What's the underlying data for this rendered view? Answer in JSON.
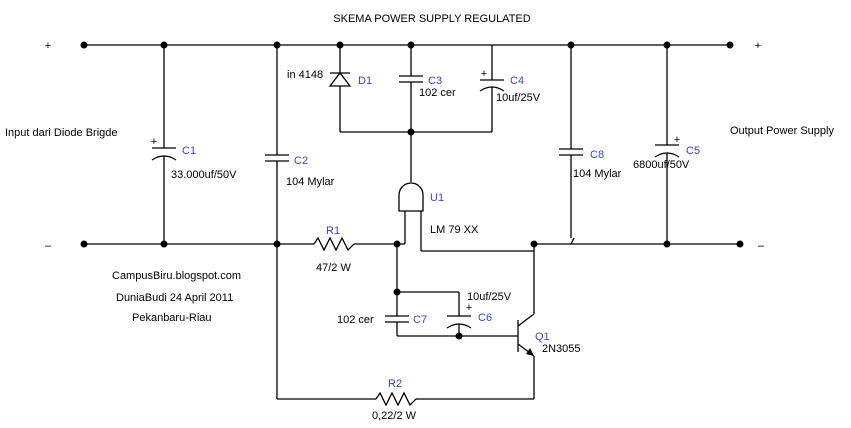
{
  "title": "SKEMA POWER SUPPLY REGULATED",
  "input_label": "Input dari Diode Brigde",
  "output_label": "Output Power Supply",
  "terminals": {
    "in_plus": "+",
    "in_minus": "–",
    "out_plus": "+",
    "out_minus": "–"
  },
  "credits": {
    "line1": "CampusBiru.blogspot.com",
    "line2": "DuniaBudi 24 April 2011",
    "line3": "Pekanbaru-Riau"
  },
  "components": {
    "C1": {
      "ref": "C1",
      "value": "33.000uf/50V",
      "polarity": "+"
    },
    "C2": {
      "ref": "C2",
      "value": "104 Mylar"
    },
    "D1": {
      "ref": "D1",
      "value": "in 4148"
    },
    "C3": {
      "ref": "C3",
      "value": "102 cer"
    },
    "C4": {
      "ref": "C4",
      "value": "10uf/25V",
      "polarity": "+"
    },
    "C8": {
      "ref": "C8",
      "value": "104 Mylar"
    },
    "C5": {
      "ref": "C5",
      "value": "6800uf/50V",
      "polarity": "+"
    },
    "U1": {
      "ref": "U1",
      "value": "LM 79 XX"
    },
    "R1": {
      "ref": "R1",
      "value": "47/2 W"
    },
    "C7": {
      "ref": "C7",
      "value": "102 cer"
    },
    "C6": {
      "ref": "C6",
      "value": "10uf/25V",
      "polarity": "+"
    },
    "Q1": {
      "ref": "Q1",
      "value": "2N3055"
    },
    "R2": {
      "ref": "R2",
      "value": "0,22/2 W"
    }
  },
  "colors": {
    "wire": "#000000",
    "reference_label": "#3b46c8",
    "background": "#ffffff"
  }
}
